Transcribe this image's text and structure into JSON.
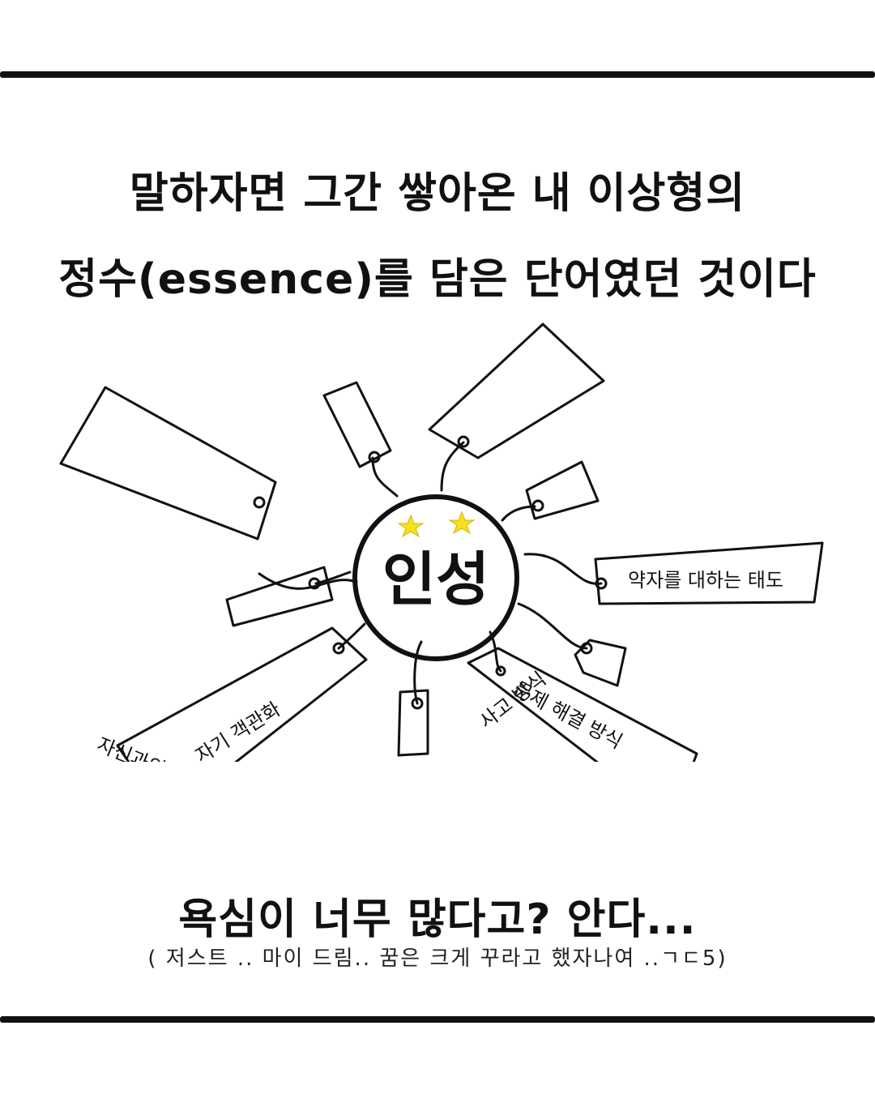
{
  "heading": {
    "line1": "말하자면 그간 쌓아온 내 이상형의",
    "line2": "정수(essence)를 담은 단어였던 것이다"
  },
  "diagram": {
    "center": "인성",
    "tags": [
      "자신과의 편안함",
      "사고 방식",
      "약자를 대하는 태도",
      "문제 해결 방식",
      "자기 객관화"
    ],
    "star_color": "#f4e01c"
  },
  "footer": {
    "line": "욕심이 너무 많다고? 안다...",
    "note": "( 저스트 .. 마이 드림.. 꿈은 크게 꾸라고 했자나여 ..ㄱㄷ5)"
  }
}
